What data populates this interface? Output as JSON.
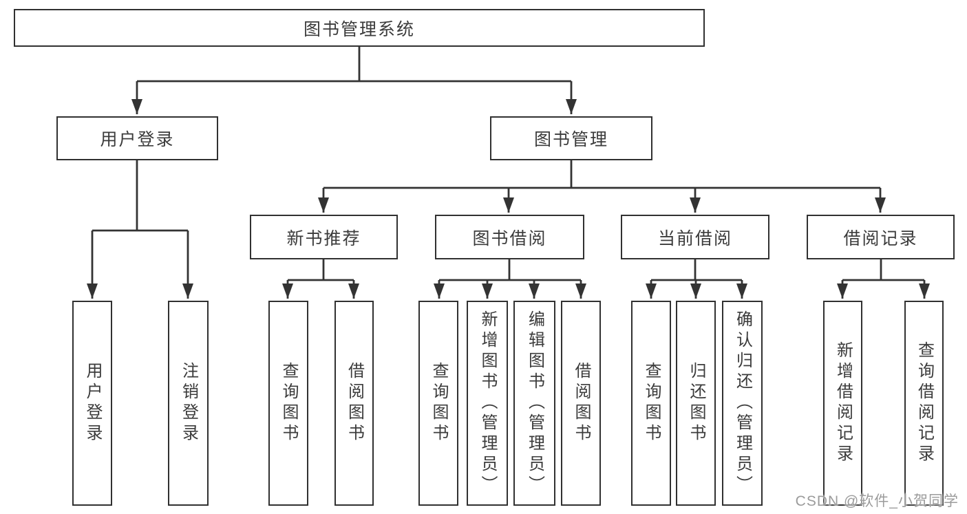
{
  "colors": {
    "line": "#333333",
    "box_border": "#303030",
    "text": "#3b3b3b",
    "background": "#ffffff",
    "watermark": "#9b9b9b"
  },
  "watermark": "CSDN @软件_小贺同学",
  "tree": {
    "label": "图书管理系统",
    "children": [
      {
        "label": "用户登录",
        "children": [
          {
            "label": "用户登录"
          },
          {
            "label": "注销登录"
          }
        ]
      },
      {
        "label": "图书管理",
        "children": [
          {
            "label": "新书推荐",
            "children": [
              {
                "label": "查询图书"
              },
              {
                "label": "借阅图书"
              }
            ]
          },
          {
            "label": "图书借阅",
            "children": [
              {
                "label": "查询图书"
              },
              {
                "label": "新增图书（管理员）"
              },
              {
                "label": "编辑图书（管理员）"
              },
              {
                "label": "借阅图书"
              }
            ]
          },
          {
            "label": "当前借阅",
            "children": [
              {
                "label": "查询图书"
              },
              {
                "label": "归还图书"
              },
              {
                "label": "确认归还（管理员）"
              }
            ]
          },
          {
            "label": "借阅记录",
            "children": [
              {
                "label": "新增借阅记录"
              },
              {
                "label": "查询借阅记录"
              }
            ]
          }
        ]
      }
    ]
  }
}
